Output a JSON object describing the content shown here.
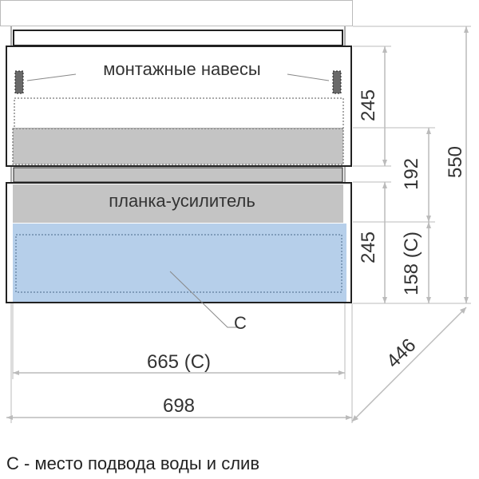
{
  "labels": {
    "hinges": "монтажные навесы",
    "reinforcement_bar": "планка-усилитель",
    "c_marker": "С"
  },
  "dimensions": {
    "top_drawer_height": "245",
    "middle_height": "192",
    "total_height": "550",
    "bottom_drawer_height": "245",
    "c_height": "158 (С)",
    "inner_width": "665 (С)",
    "total_width": "698",
    "depth": "446"
  },
  "legend": "С - место подвода воды и слив",
  "colors": {
    "outline": "#222222",
    "dimension_line": "#bbbbbb",
    "reinforcement_fill": "#c4c4c4",
    "c_zone_fill": "#b6cfea",
    "c_zone_border": "#4a6a8a",
    "hinge_fill": "#6a6a6a"
  }
}
